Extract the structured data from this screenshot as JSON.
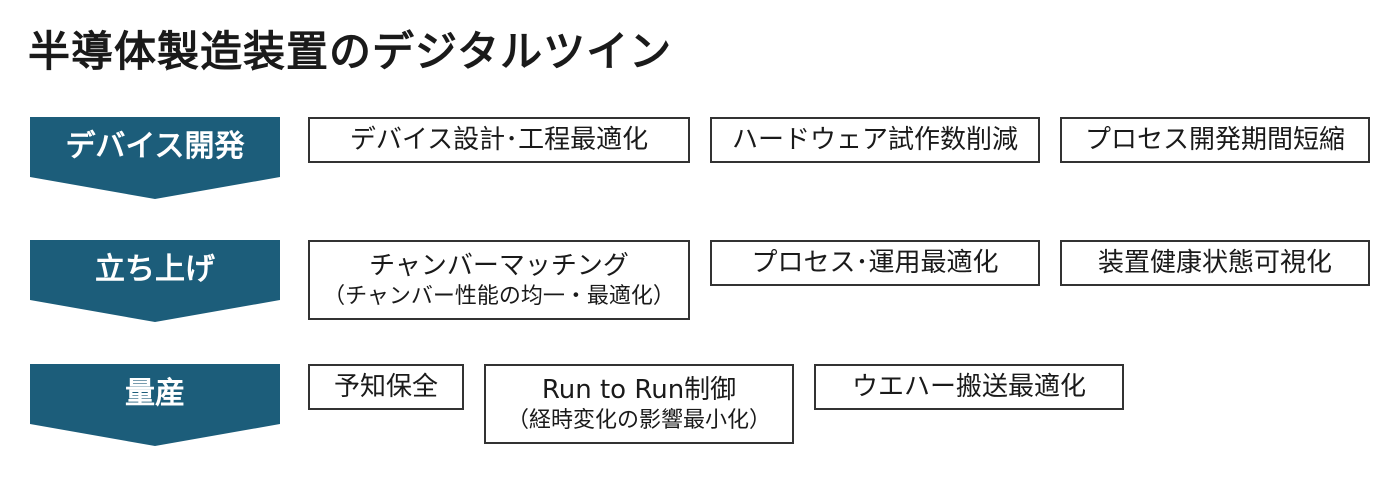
{
  "title": "半導体製造装置のデジタルツイン",
  "colors": {
    "stage_fill": "#1c5d7a",
    "box_border": "#333333",
    "text": "#1a1a1a"
  },
  "stages": [
    {
      "label": "デバイス開発",
      "items": [
        {
          "main": "デバイス設計･工程最適化",
          "sub": ""
        },
        {
          "main": "ハードウェア試作数削減",
          "sub": ""
        },
        {
          "main": "プロセス開発期間短縮",
          "sub": ""
        }
      ]
    },
    {
      "label": "立ち上げ",
      "items": [
        {
          "main": "チャンバーマッチング",
          "sub": "（チャンバー性能の均一・最適化）"
        },
        {
          "main": "プロセス･運用最適化",
          "sub": ""
        },
        {
          "main": "装置健康状態可視化",
          "sub": ""
        }
      ]
    },
    {
      "label": "量産",
      "items": [
        {
          "main": "予知保全",
          "sub": ""
        },
        {
          "main": "Run to Run制御",
          "sub": "（経時変化の影響最小化）"
        },
        {
          "main": "ウエハー搬送最適化",
          "sub": ""
        }
      ]
    }
  ]
}
